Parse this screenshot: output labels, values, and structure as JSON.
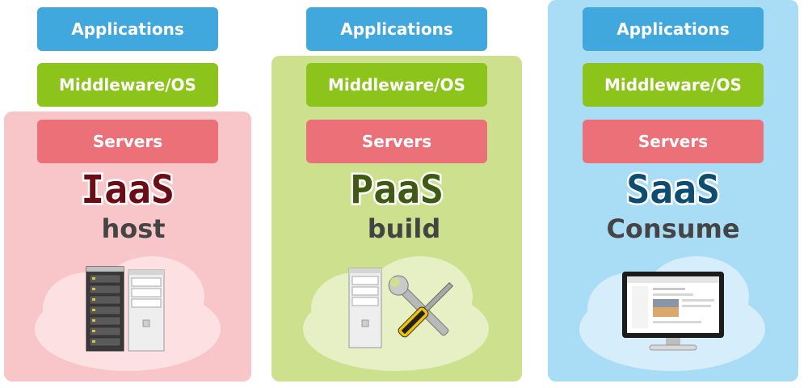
{
  "columns": [
    {
      "key": "iaas",
      "layers": [
        "Applications",
        "Middleware/OS",
        "Servers"
      ],
      "title": "IaaS",
      "subtitle": "host",
      "illustration": "server-rack-icon"
    },
    {
      "key": "paas",
      "layers": [
        "Applications",
        "Middleware/OS",
        "Servers"
      ],
      "title": "PaaS",
      "subtitle": "build",
      "illustration": "tools-icon"
    },
    {
      "key": "saas",
      "layers": [
        "Applications",
        "Middleware/OS",
        "Servers"
      ],
      "title": "SaaS",
      "subtitle": "Consume",
      "illustration": "monitor-icon"
    }
  ],
  "colors": {
    "applications": "#41a8dd",
    "middleware": "#8cc41b",
    "servers": "#ec7078",
    "iaas_panel": "#f8c5c9",
    "paas_panel": "#cde08d",
    "saas_panel": "#a9ddf6"
  }
}
